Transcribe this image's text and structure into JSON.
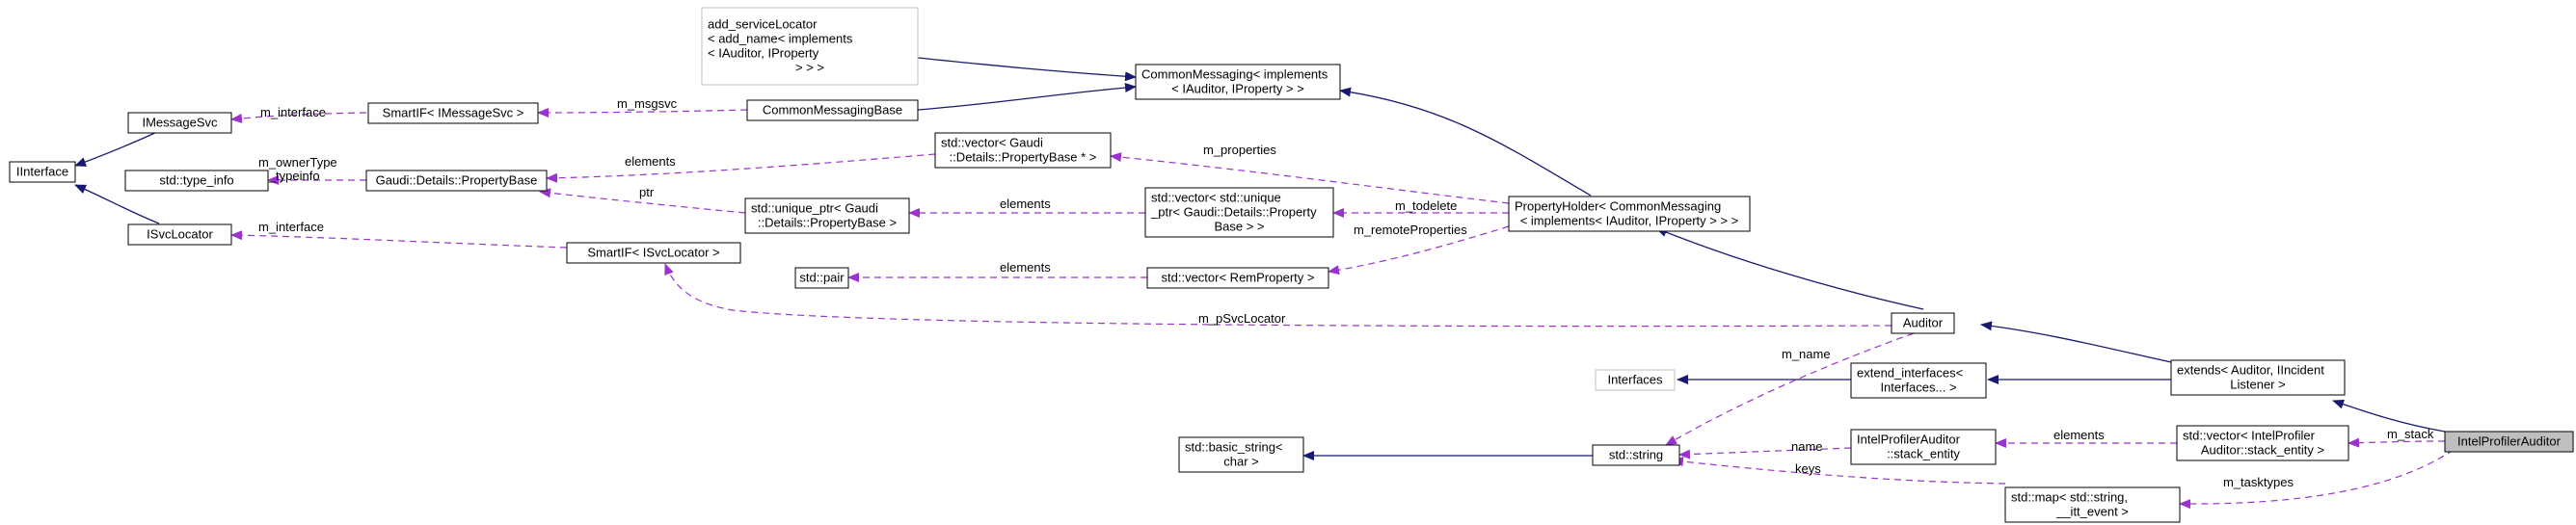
{
  "nodes": [
    {
      "id": "iinterface",
      "lines": [
        "IInterface"
      ]
    },
    {
      "id": "imessagesvc",
      "lines": [
        "IMessageSvc"
      ]
    },
    {
      "id": "isvclocator",
      "lines": [
        "ISvcLocator"
      ]
    },
    {
      "id": "smartif_imessagesvc",
      "lines": [
        "SmartIF< IMessageSvc >"
      ]
    },
    {
      "id": "std_type_info",
      "lines": [
        "std::type_info"
      ]
    },
    {
      "id": "gaudi_propertybase",
      "lines": [
        "Gaudi::Details::PropertyBase"
      ]
    },
    {
      "id": "smartif_isvclocator",
      "lines": [
        "SmartIF< ISvcLocator >"
      ]
    },
    {
      "id": "add_servicelocator",
      "lines": [
        "add_serviceLocator",
        "< add_name< implements",
        "< IAuditor, IProperty",
        "> > >"
      ],
      "style": "gray"
    },
    {
      "id": "commonmessagingbase",
      "lines": [
        "CommonMessagingBase"
      ]
    },
    {
      "id": "vector_propertybase_ptr",
      "lines": [
        "std::vector< Gaudi",
        "::Details::PropertyBase * >"
      ]
    },
    {
      "id": "unique_ptr_propertybase",
      "lines": [
        "std::unique_ptr< Gaudi",
        "::Details::PropertyBase >"
      ]
    },
    {
      "id": "std_pair",
      "lines": [
        "std::pair"
      ]
    },
    {
      "id": "commonmessaging",
      "lines": [
        "CommonMessaging< implements",
        "< IAuditor, IProperty > >"
      ]
    },
    {
      "id": "vector_unique_ptr",
      "lines": [
        "std::vector< std::unique",
        "_ptr< Gaudi::Details::Property",
        "Base > >"
      ]
    },
    {
      "id": "vector_remproperty",
      "lines": [
        "std::vector< RemProperty >"
      ]
    },
    {
      "id": "propertyholder",
      "lines": [
        "PropertyHolder< CommonMessaging",
        "< implements< IAuditor, IProperty > > >"
      ]
    },
    {
      "id": "auditor",
      "lines": [
        "Auditor"
      ]
    },
    {
      "id": "interfaces",
      "lines": [
        "Interfaces"
      ],
      "style": "gray"
    },
    {
      "id": "extend_interfaces",
      "lines": [
        "extend_interfaces<",
        "Interfaces... >"
      ]
    },
    {
      "id": "extends",
      "lines": [
        "extends< Auditor, IIncident",
        "Listener >"
      ]
    },
    {
      "id": "basic_string",
      "lines": [
        "std::basic_string<",
        "char >"
      ]
    },
    {
      "id": "std_string",
      "lines": [
        "std::string"
      ]
    },
    {
      "id": "stack_entity",
      "lines": [
        "IntelProfilerAuditor",
        "::stack_entity"
      ]
    },
    {
      "id": "vector_stack_entity",
      "lines": [
        "std::vector< IntelProfiler",
        "Auditor::stack_entity >"
      ]
    },
    {
      "id": "map_string_event",
      "lines": [
        "std::map< std::string,",
        "__itt_event >"
      ]
    },
    {
      "id": "intelprofilerauditor",
      "lines": [
        "IntelProfilerAuditor"
      ],
      "style": "hl"
    }
  ],
  "edge_labels": {
    "m_interface_msg": "m_interface",
    "m_msgsvc": "m_msgsvc",
    "m_ownertype": "m_ownerType",
    "m_typeinfo": "m_typeinfo",
    "elements_pb": "elements",
    "m_properties": "m_properties",
    "ptr": "ptr",
    "elements_up": "elements",
    "m_todelete": "m_todelete",
    "m_interface_svc": "m_interface",
    "m_remoteproperties": "m_remoteProperties",
    "elements_pair": "elements",
    "m_psvclocator": "m_pSvcLocator",
    "m_name": "m_name",
    "name": "name",
    "elements_se": "elements",
    "m_stack": "m_stack",
    "keys": "keys",
    "m_tasktypes": "m_tasktypes"
  },
  "legend": {
    "inheritance_color": "#191970",
    "usage_color": "#9a32cd",
    "highlight_fill": "#bfbfbf"
  }
}
